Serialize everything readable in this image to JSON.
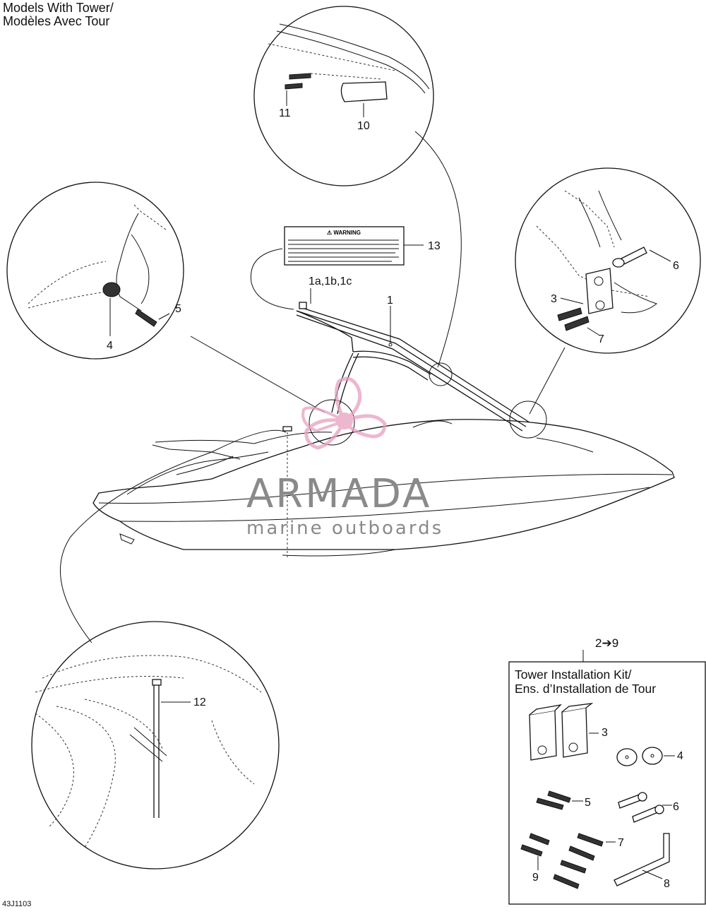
{
  "title": {
    "line1": "Models With Tower/",
    "line2": "Modèles Avec Tour"
  },
  "figure_code": "43J1103",
  "kit": {
    "range_label": "2➔9",
    "title_line1": "Tower Installation Kit/",
    "title_line2": "Ens. d’Installation de Tour"
  },
  "brand": {
    "name": "ARMADA",
    "tagline": "marine outboards",
    "accent_color": "#e8a0c0",
    "text_color": "#8a8a8a"
  },
  "warning_label": {
    "heading": "⚠ WARNING"
  },
  "callouts": {
    "c1": "1",
    "c1abc": "1a,1b,1c",
    "c3": "3",
    "c4": "4",
    "c5": "5",
    "c6": "6",
    "c7": "7",
    "c10": "10",
    "c11": "11",
    "c12": "12",
    "c13": "13",
    "k3": "3",
    "k4": "4",
    "k5": "5",
    "k6": "6",
    "k7": "7",
    "k8": "8",
    "k9": "9"
  }
}
